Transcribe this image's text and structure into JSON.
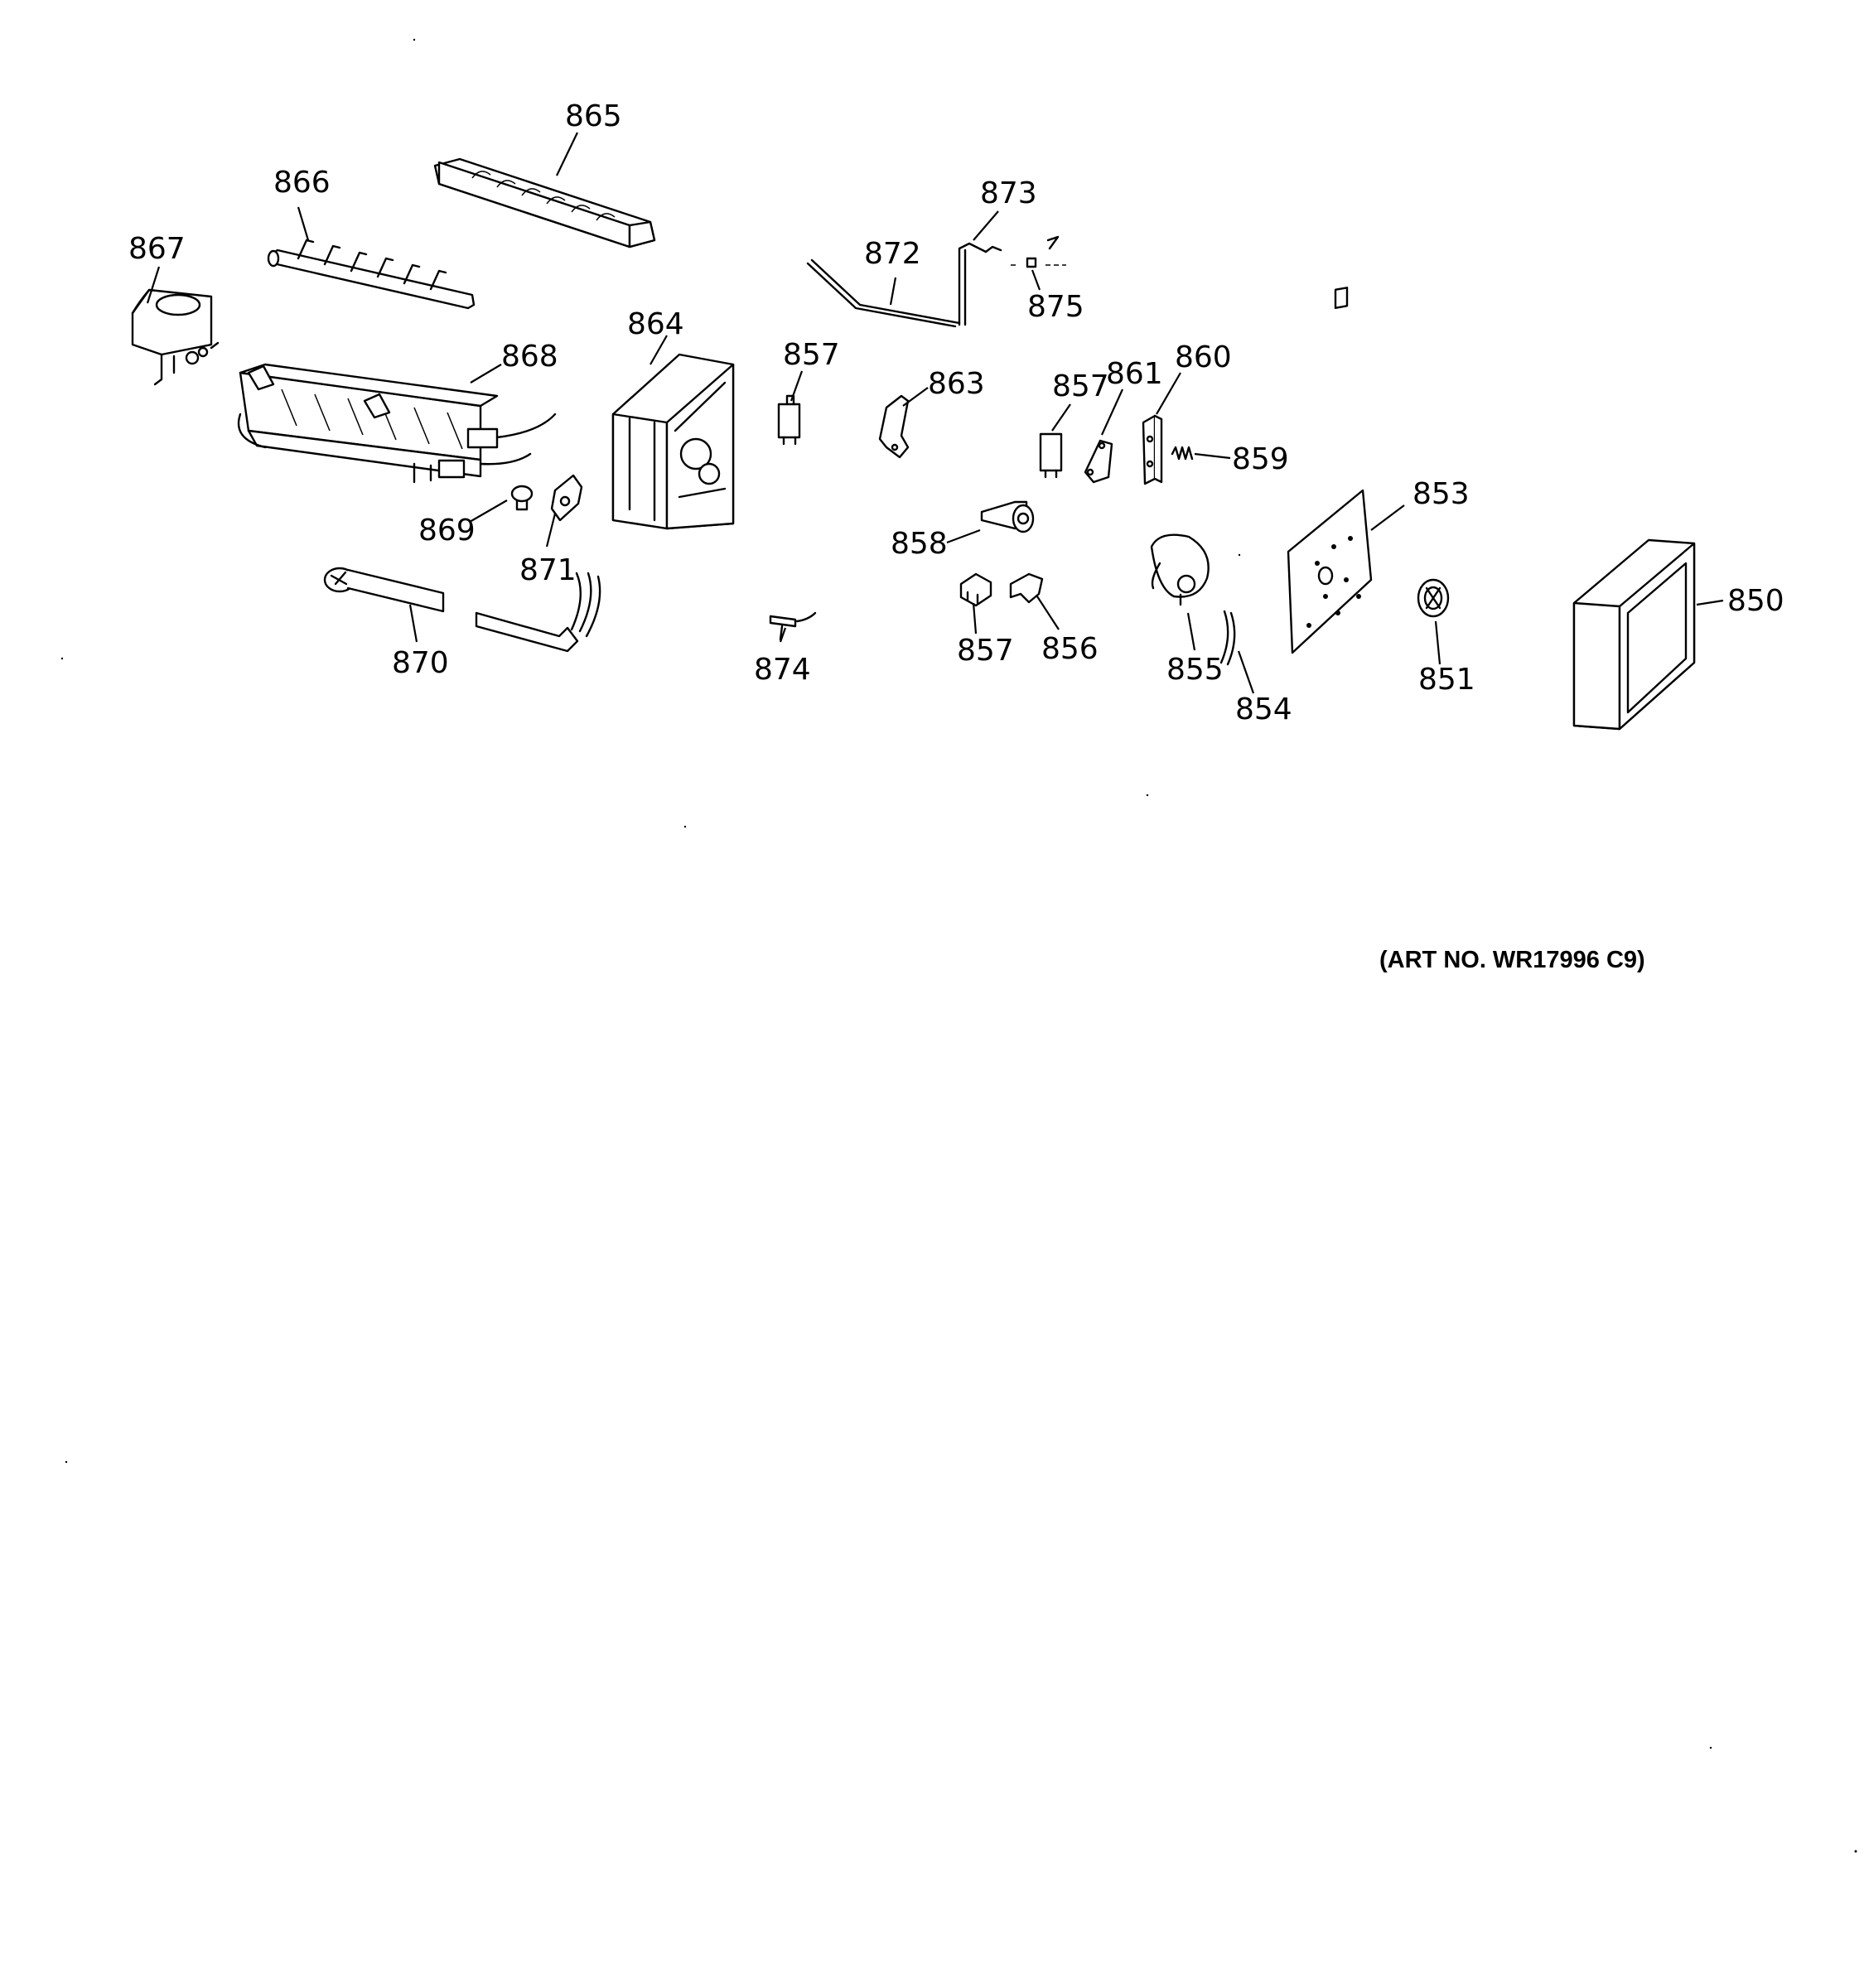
{
  "labels": {
    "p850": "850",
    "p851": "851",
    "p853": "853",
    "p854": "854",
    "p855": "855",
    "p856": "856",
    "p857a": "857",
    "p857b": "857",
    "p857c": "857",
    "p858": "858",
    "p859": "859",
    "p860": "860",
    "p861": "861",
    "p863": "863",
    "p864": "864",
    "p865": "865",
    "p866": "866",
    "p867": "867",
    "p868": "868",
    "p869": "869",
    "p870": "870",
    "p871": "871",
    "p872": "872",
    "p873": "873",
    "p874": "874",
    "p875": "875"
  },
  "art_number": "(ART NO. WR17996 C9)"
}
